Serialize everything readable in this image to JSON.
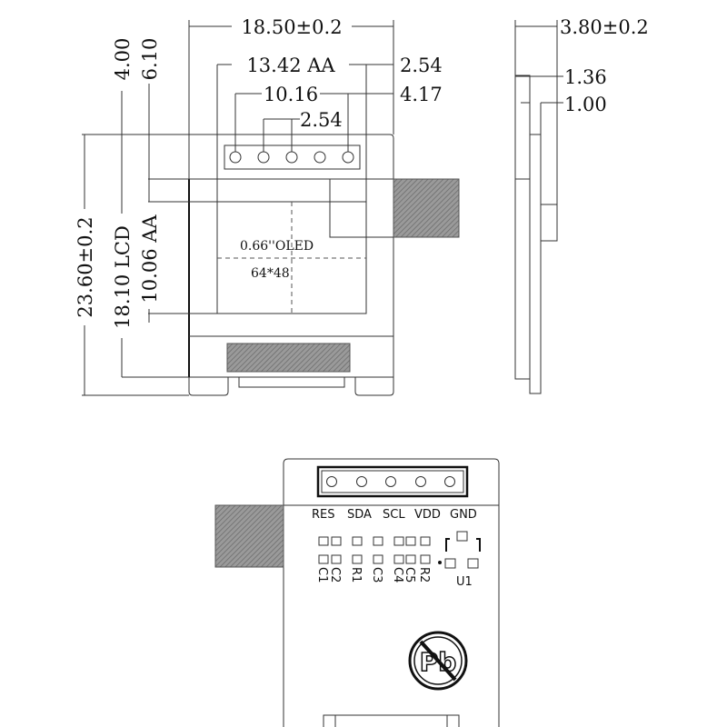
{
  "front_view": {
    "dim_width": "18.50±0.2",
    "dim_aa_width": "13.42 AA",
    "dim_right_offset": "2.54",
    "dim_pin_span": "10.16",
    "dim_pin_right": "4.17",
    "dim_pin_pitch": "2.54",
    "dim_height": "23.60±0.2",
    "dim_top_lcd": "4.00",
    "dim_lcd_height": "18.10 LCD",
    "dim_top_aa": "6.10",
    "dim_aa_height": "10.06 AA",
    "display_label": "0.66''OLED",
    "resolution_label": "64*48"
  },
  "side_view": {
    "dim_thickness": "3.80±0.2",
    "dim_panel": "1.36",
    "dim_pcb": "1.00"
  },
  "back_view": {
    "pin_labels": [
      "RES",
      "SDA",
      "SCL",
      "VDD",
      "GND"
    ],
    "components": [
      "C1",
      "C2",
      "R1",
      "C3",
      "C4",
      "C5",
      "R2"
    ],
    "ic_label": "U1",
    "pb_free_logo": "Pb"
  }
}
